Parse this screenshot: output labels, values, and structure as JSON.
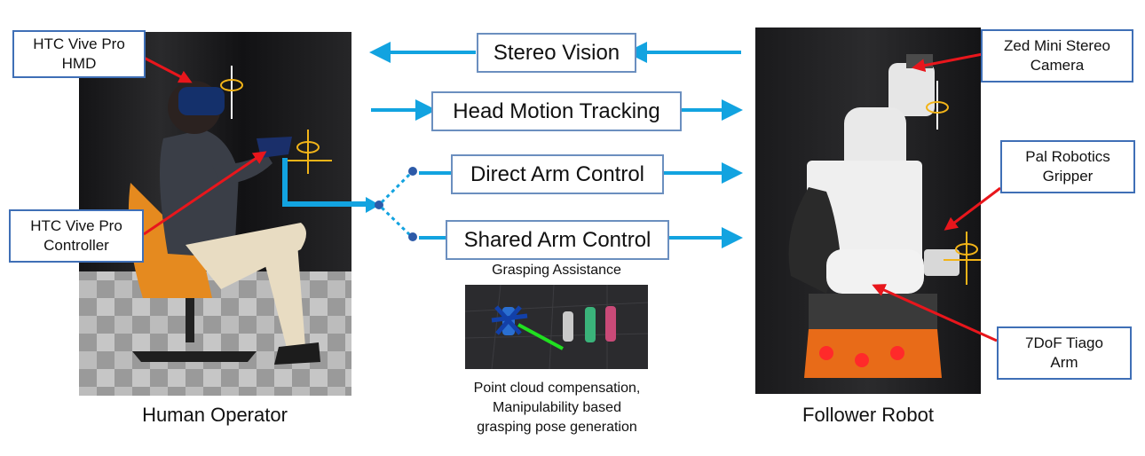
{
  "operator": {
    "caption": "Human Operator",
    "hmd_label": "HTC Vive Pro\nHMD",
    "controller_label": "HTC Vive Pro\nController"
  },
  "robot": {
    "caption": "Follower Robot",
    "camera_label": "Zed Mini Stereo\nCamera",
    "gripper_label": "Pal Robotics\nGripper",
    "arm_label": "7DoF Tiago\nArm"
  },
  "flows": {
    "stereo_vision": "Stereo Vision",
    "head_motion": "Head Motion Tracking",
    "direct_arm": "Direct Arm Control",
    "shared_arm": "Shared Arm Control"
  },
  "assist": {
    "title": "Grasping Assistance",
    "description": "Point cloud compensation,\nManipulability based\ngrasping pose generation"
  },
  "colors": {
    "arrow_blue": "#12a3e0",
    "callout_red": "#e8161c",
    "box_border": "#3f6fb6"
  }
}
